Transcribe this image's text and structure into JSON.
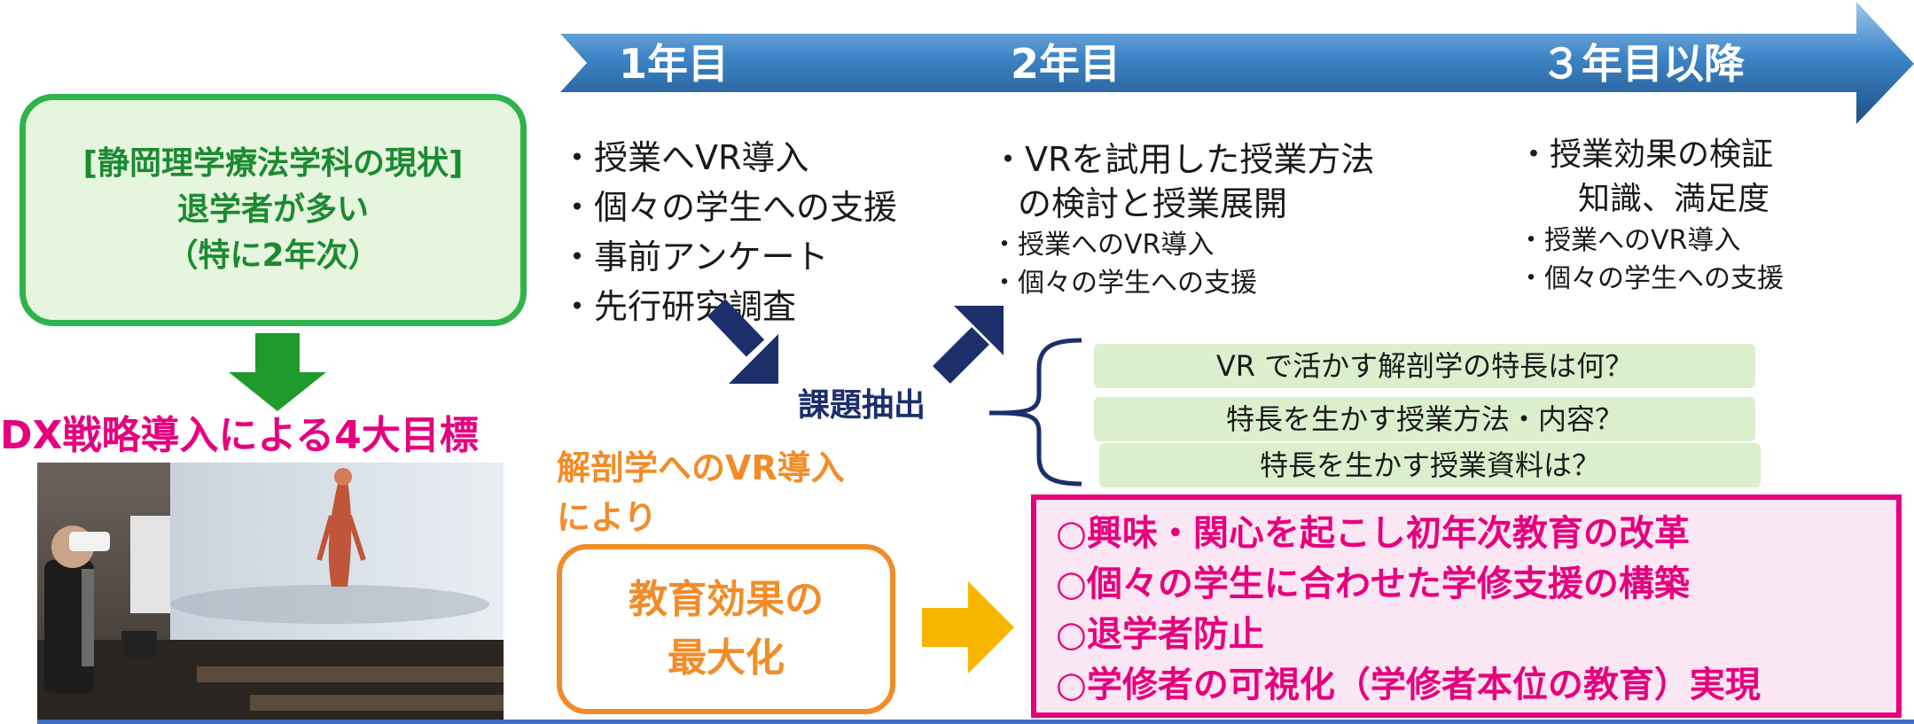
{
  "timeline": {
    "year1": "1年目",
    "year2": "2年目",
    "year3": "３年目以降"
  },
  "status_box": {
    "line1": "[静岡理学療法学科の現状]",
    "line2": "退学者が多い",
    "line3": "（特に2年次）"
  },
  "dx_title": "DX戦略導入による4大目標",
  "col1": {
    "items": [
      "・授業へVR導入",
      "・個々の学生への支援",
      "・事前アンケート",
      "・先行研究調査"
    ]
  },
  "col2": {
    "line1": "・VRを試用した授業方法",
    "line2": "の検討と授業展開",
    "item3": "・授業へのVR導入",
    "item4": "・個々の学生への支援"
  },
  "col3": {
    "line1": "・授業効果の検証",
    "line2": "知識、満足度",
    "item3": "・授業へのVR導入",
    "item4": "・個々の学生への支援"
  },
  "task_label": "課題抽出",
  "questions": [
    "VR で活かす解剖学の特長は何？",
    "特長を生かす授業方法・内容？",
    "特長を生かす授業資料は？"
  ],
  "vr_intro": {
    "line1": "解剖学へのVR導入",
    "line2": "により"
  },
  "effect_box": {
    "line1": "教育効果の",
    "line2": "最大化"
  },
  "goals": [
    "○興味・関心を起こし初年次教育の改革",
    "○個々の学生に合わせた学修支援の構築",
    "○退学者防止",
    "○学修者の可視化（学修者本位の教育）実現"
  ],
  "colors": {
    "green": "#2eb44a",
    "magenta": "#e6007e",
    "orange": "#f28c28",
    "navy": "#1c2f6b",
    "timeline_blue": "#3d85c6",
    "yellow": "#f7b500"
  },
  "icons": {
    "down_arrow": "green-down-arrow-icon",
    "diag_arrows": "navy-diagonal-arrows-icon",
    "brace": "left-curly-brace-icon",
    "right_arrow": "yellow-right-arrow-icon"
  }
}
